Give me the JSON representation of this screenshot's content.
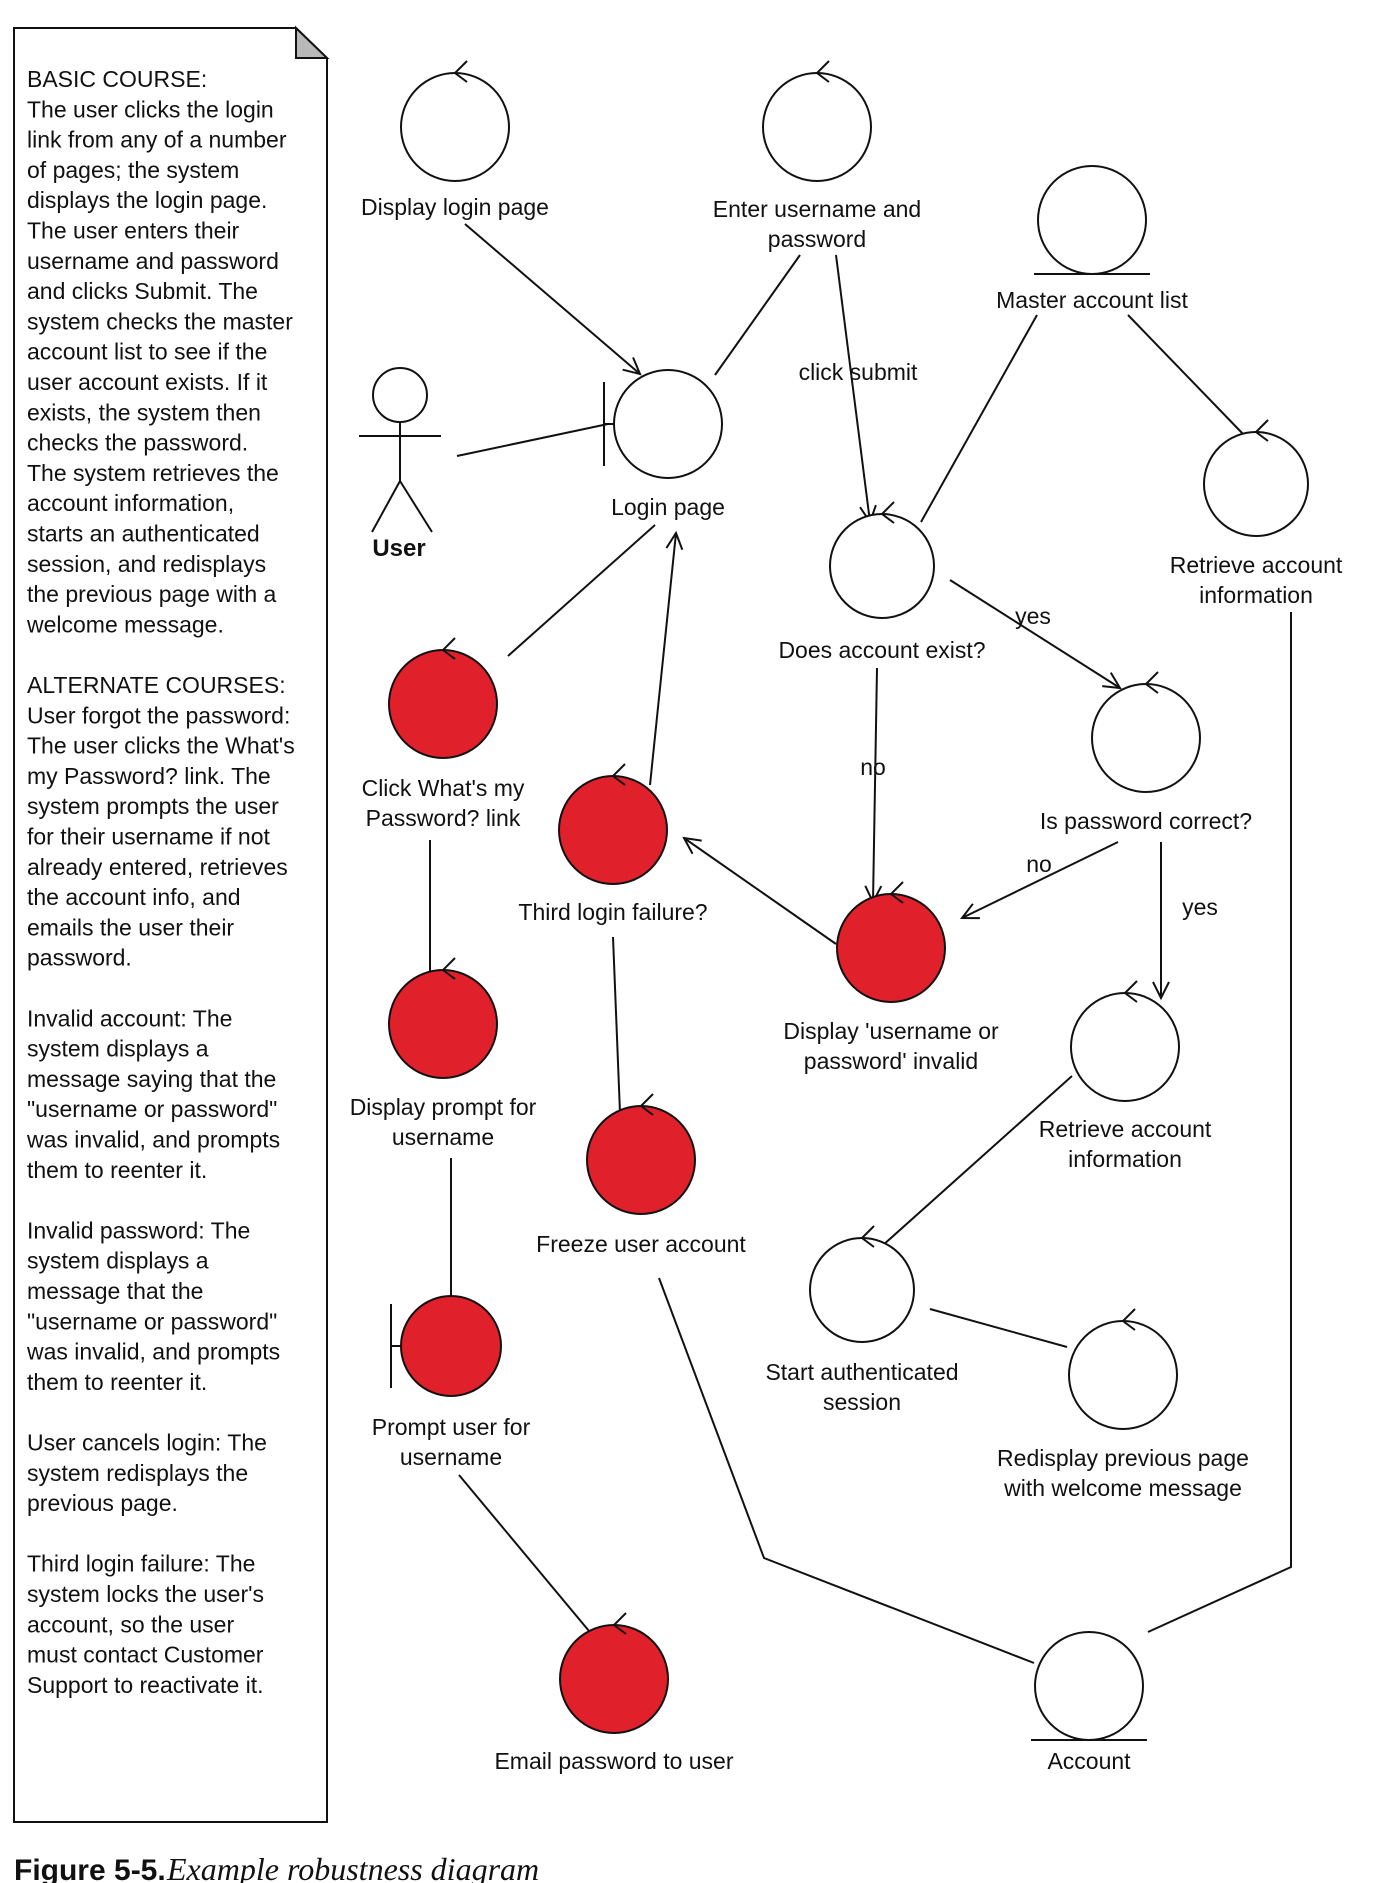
{
  "use_case_note": {
    "lines": [
      "BASIC COURSE:",
      "The user clicks the login",
      "link from any of a number",
      "of pages; the system",
      "displays the login page.",
      "The user enters their",
      "username and password",
      "and clicks Submit. The",
      "system checks the master",
      "account list to see if the",
      "user account exists. If it",
      "exists, the system then",
      "checks the password.",
      "The system retrieves the",
      "account information,",
      "starts an authenticated",
      "session, and redisplays",
      "the previous page with a",
      "welcome message.",
      "",
      "ALTERNATE COURSES:",
      "User forgot the password:",
      "The user clicks the What's",
      "my Password? link. The",
      "system prompts the user",
      "for their username if not",
      "already entered, retrieves",
      "the account info, and",
      "emails the user their",
      "password.",
      "",
      "Invalid account: The",
      "system displays a",
      "message saying that the",
      "\"username or password\"",
      "was invalid, and prompts",
      "them to reenter it.",
      "",
      "Invalid password: The",
      "system displays a",
      "message that the",
      "\"username or password\"",
      "was invalid, and prompts",
      "them to reenter it.",
      "",
      "User cancels login: The",
      "system redisplays the",
      "previous page.",
      "",
      "Third login failure: The",
      "system locks the user's",
      "account, so the user",
      "must contact Customer",
      "Support to reactivate it."
    ]
  },
  "colors": {
    "alternate_fill": "#e0202a",
    "basic_fill": "#ffffff",
    "stroke": "#111111"
  },
  "actor": {
    "label": "User"
  },
  "nodes": [
    {
      "id": "display-login-page",
      "kind": "controller",
      "fill": "white",
      "label": [
        "Display login page"
      ]
    },
    {
      "id": "enter-username-password",
      "kind": "controller",
      "fill": "white",
      "label": [
        "Enter username and",
        "password"
      ]
    },
    {
      "id": "master-account-list",
      "kind": "entity",
      "fill": "white",
      "label": [
        "Master account list"
      ]
    },
    {
      "id": "login-page",
      "kind": "boundary",
      "fill": "white",
      "label": [
        "Login page"
      ]
    },
    {
      "id": "does-account-exist",
      "kind": "controller",
      "fill": "white",
      "label": [
        "Does account exist?"
      ]
    },
    {
      "id": "retrieve-account-info-1",
      "kind": "controller",
      "fill": "white",
      "label": [
        "Retrieve account",
        "information"
      ]
    },
    {
      "id": "click-whats-my-password",
      "kind": "controller",
      "fill": "red",
      "label": [
        "Click What's my",
        "Password? link"
      ]
    },
    {
      "id": "third-login-failure",
      "kind": "controller",
      "fill": "red",
      "label": [
        "Third login failure?"
      ]
    },
    {
      "id": "is-password-correct",
      "kind": "controller",
      "fill": "white",
      "label": [
        "Is password correct?"
      ]
    },
    {
      "id": "display-invalid",
      "kind": "controller",
      "fill": "red",
      "label": [
        "Display 'username or",
        "password' invalid"
      ]
    },
    {
      "id": "display-prompt-username",
      "kind": "controller",
      "fill": "red",
      "label": [
        "Display prompt for",
        "username"
      ]
    },
    {
      "id": "retrieve-account-info-2",
      "kind": "controller",
      "fill": "white",
      "label": [
        "Retrieve account",
        "information"
      ]
    },
    {
      "id": "freeze-user-account",
      "kind": "controller",
      "fill": "red",
      "label": [
        "Freeze user account"
      ]
    },
    {
      "id": "start-authenticated-session",
      "kind": "controller",
      "fill": "white",
      "label": [
        "Start authenticated",
        "session"
      ]
    },
    {
      "id": "redisplay-previous-page",
      "kind": "controller",
      "fill": "white",
      "label": [
        "Redisplay previous page",
        "with welcome message"
      ]
    },
    {
      "id": "prompt-user-username",
      "kind": "boundary",
      "fill": "red",
      "label": [
        "Prompt user for",
        "username"
      ]
    },
    {
      "id": "email-password",
      "kind": "controller",
      "fill": "red",
      "label": [
        "Email password to user"
      ]
    },
    {
      "id": "account",
      "kind": "entity",
      "fill": "white",
      "label": [
        "Account"
      ]
    }
  ],
  "edge_labels": {
    "click_submit": "click submit",
    "yes_exists": "yes",
    "no_exists": "no",
    "no_password": "no",
    "yes_password": "yes"
  },
  "caption": {
    "number": "Figure 5-5.",
    "text": "Example robustness diagram"
  }
}
